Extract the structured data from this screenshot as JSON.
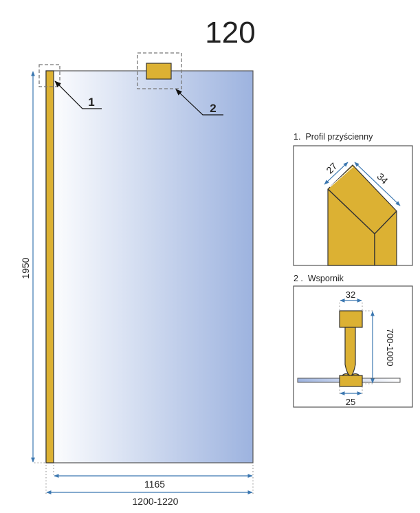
{
  "title": "120",
  "main_drawing": {
    "height_label": "1950",
    "inner_width_label": "1165",
    "total_width_label": "1200-1220",
    "callout_1": "1",
    "callout_2": "2"
  },
  "detail_1": {
    "heading": "1.  Profil przyścienny",
    "dim_a": "27",
    "dim_b": "34"
  },
  "detail_2": {
    "heading": "2 .  Wspornik",
    "dim_top": "32",
    "dim_bottom": "25",
    "dim_length": "700-1000"
  },
  "colors": {
    "gold": "#dcb133",
    "glass_light": "#ffffff",
    "glass_dark": "#9db3df",
    "dimension": "#3b77b0"
  }
}
